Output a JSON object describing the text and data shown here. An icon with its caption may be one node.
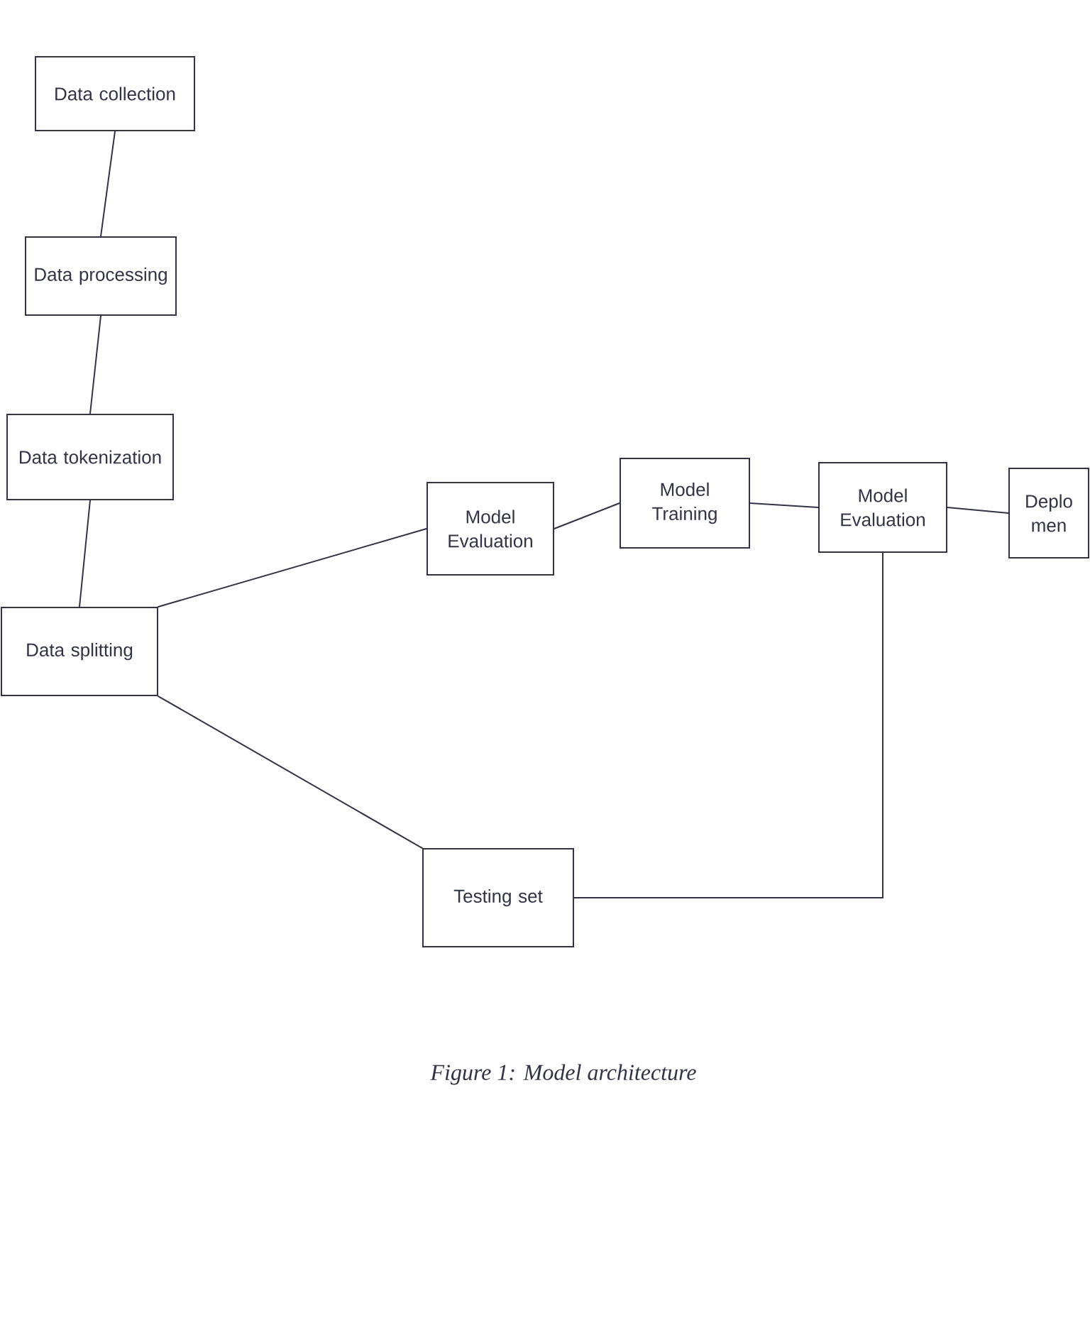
{
  "diagram": {
    "caption": "Figure 1: Model architecture",
    "nodes": [
      {
        "text": [
          "Data collection"
        ]
      },
      {
        "text": [
          "Data processing"
        ]
      },
      {
        "text": [
          "Data tokenization"
        ]
      },
      {
        "text": [
          "Data splitting"
        ]
      },
      {
        "text": [
          "Model Evaluation"
        ]
      },
      {
        "text": [
          "Model Training"
        ]
      },
      {
        "text": [
          "Model Evaluation"
        ]
      },
      {
        "text": [
          "Deplo men"
        ]
      },
      {
        "text": [
          "Testing set"
        ]
      }
    ],
    "edges": [
      {
        "from": 0,
        "to": 1,
        "arrow": "none"
      },
      {
        "from": 1,
        "to": 2,
        "arrow": "none"
      },
      {
        "from": 2,
        "to": 3,
        "arrow": "none"
      },
      {
        "from": 3,
        "to": 4,
        "arrow": "none"
      },
      {
        "from": 3,
        "to": 8,
        "arrow": "none"
      },
      {
        "from": 4,
        "to": 5,
        "arrow": "none"
      },
      {
        "from": 5,
        "to": 6,
        "arrow": "none"
      },
      {
        "from": 6,
        "to": 7,
        "arrow": "none"
      },
      {
        "from": 8,
        "to": 6,
        "arrow": "none"
      }
    ]
  }
}
